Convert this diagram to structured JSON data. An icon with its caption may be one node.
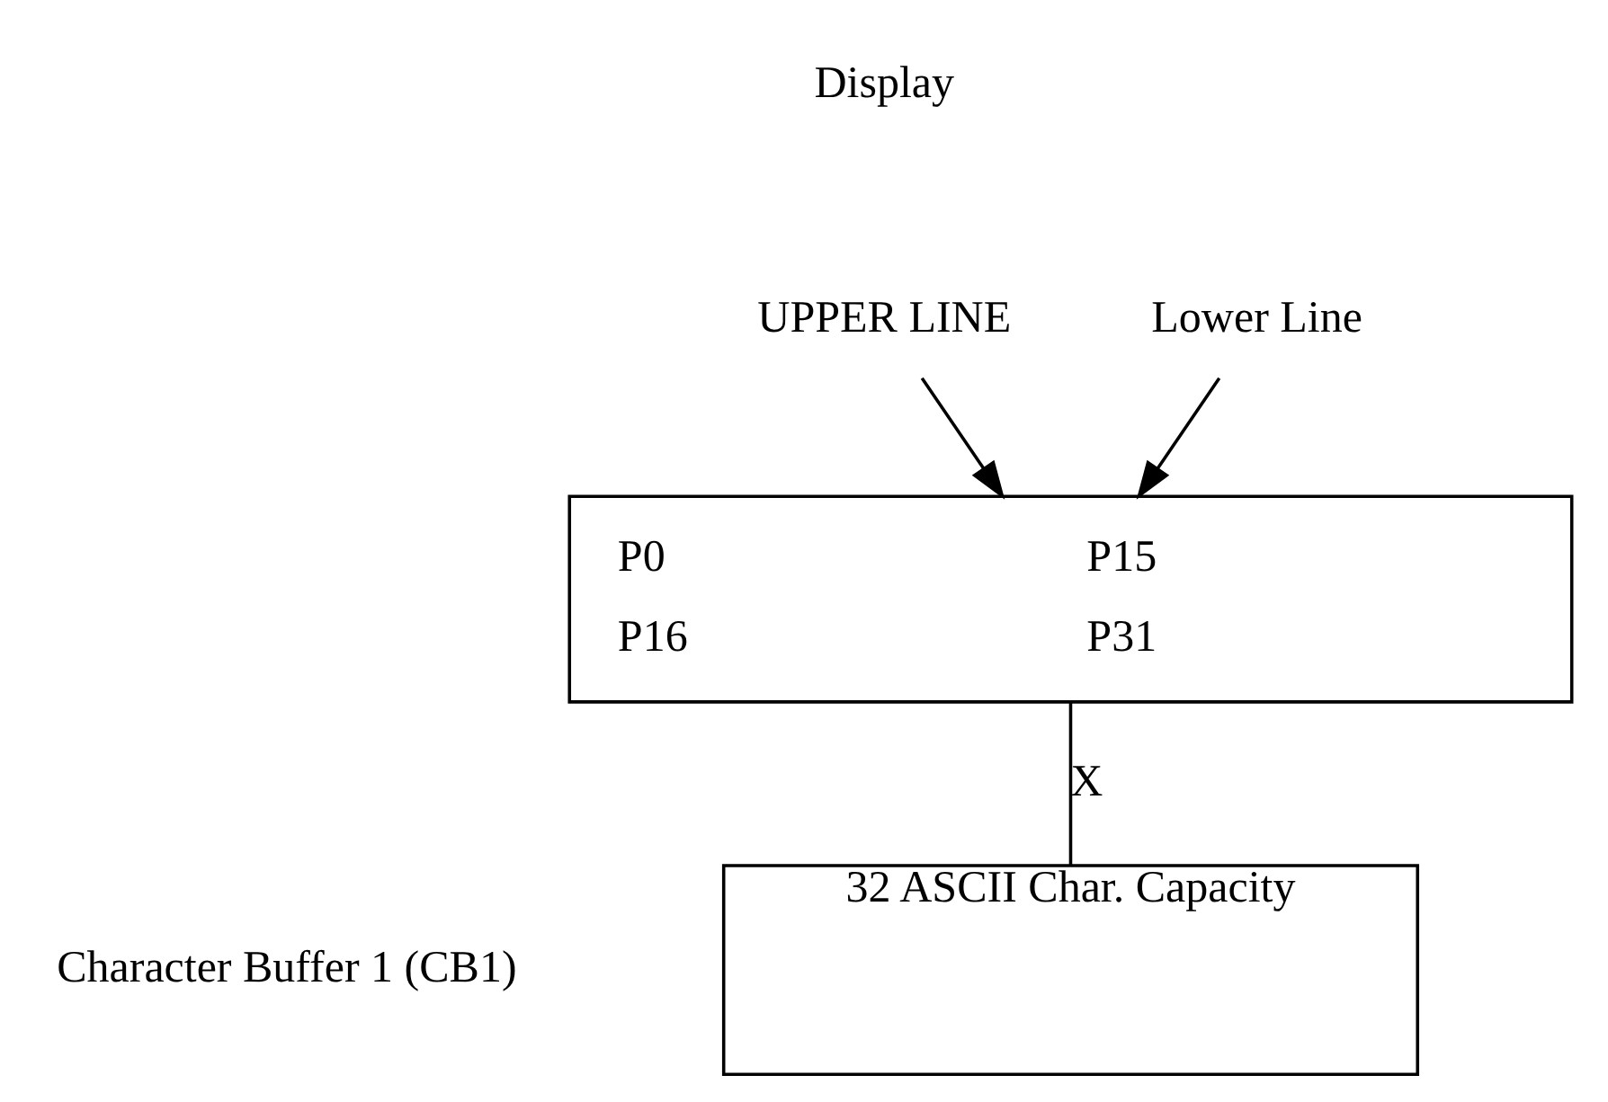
{
  "diagram": {
    "nodes": [
      {
        "text": [
          "P0",
          "P15",
          "P16",
          "P31"
        ]
      },
      {
        "text": [
          "UPPER LINE"
        ]
      },
      {
        "text": [
          "Lower Line"
        ]
      },
      {
        "text": [
          "32 ASCII Char. Capacity"
        ]
      }
    ],
    "edges": [
      {
        "from": 1,
        "to": 0,
        "arrow": "to"
      },
      {
        "from": 2,
        "to": 0,
        "arrow": "to"
      },
      {
        "from": 0,
        "to": 3,
        "arrow": "none",
        "label": "X"
      }
    ],
    "labels": [
      "Display",
      "Character Buffer 1 (CB1)"
    ]
  }
}
